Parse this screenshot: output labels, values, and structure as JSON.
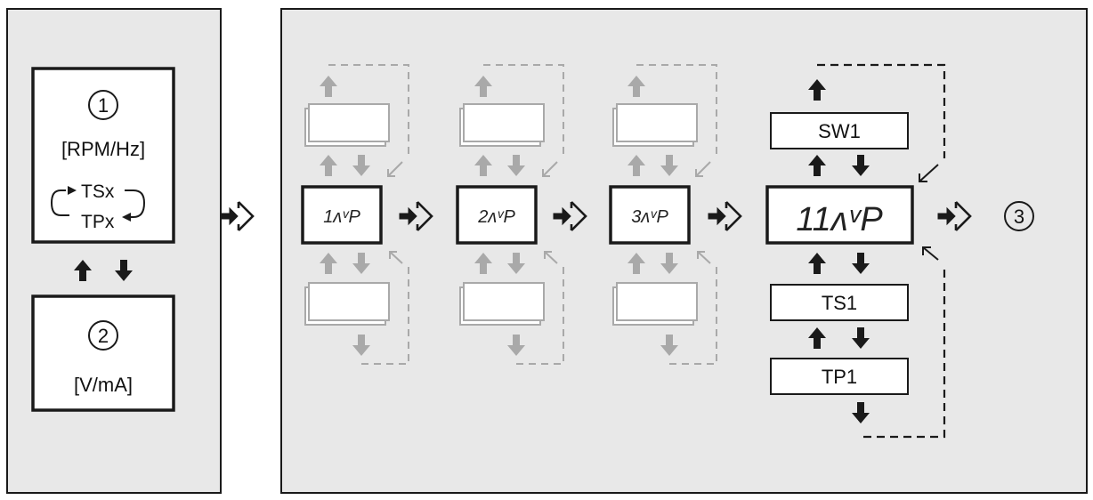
{
  "left_panel": {
    "mode1": {
      "number": "1",
      "unit": "[RPM/Hz]",
      "toggle_top": "TSx",
      "toggle_bottom": "TPx"
    },
    "mode2": {
      "number": "2",
      "unit": "[V/mA]"
    }
  },
  "menu": {
    "steps": [
      {
        "display": "1ʌᵛP"
      },
      {
        "display": "2ʌᵛP"
      },
      {
        "display": "3ʌᵛP"
      }
    ],
    "active": {
      "display": "11ʌᵛP",
      "above": "SW1",
      "below": [
        "TS1",
        "TP1"
      ]
    }
  },
  "end_marker": "3",
  "colors": {
    "panel_bg": "#e8e8e8",
    "stroke": "#1a1a1a",
    "faded": "#a9a9a9"
  }
}
